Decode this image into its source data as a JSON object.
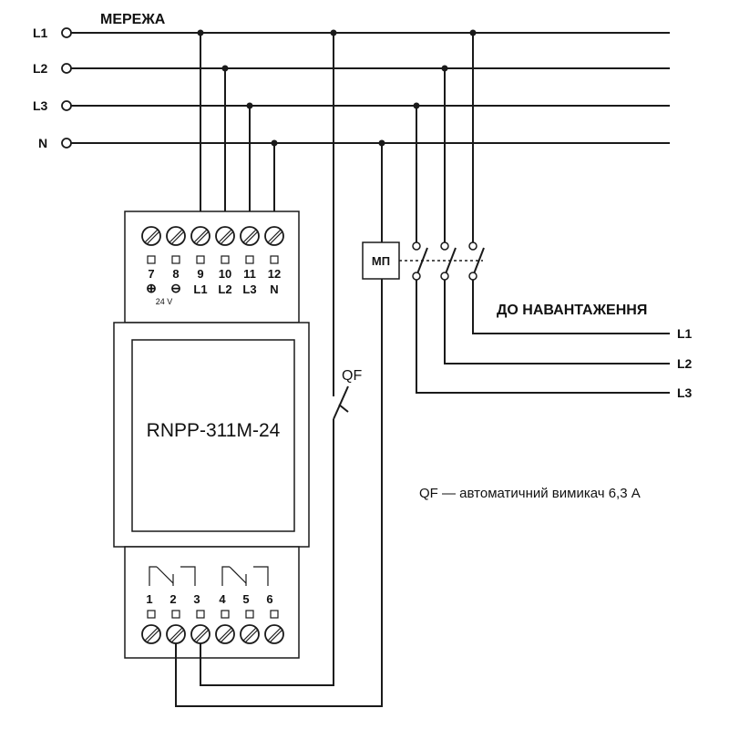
{
  "network": {
    "title": "МЕРЕЖА",
    "lines": [
      "L1",
      "L2",
      "L3",
      "N"
    ]
  },
  "device": {
    "model": "RNPP-311M-24",
    "top_terminals": [
      {
        "num": "7",
        "sub": "⊕"
      },
      {
        "num": "8",
        "sub": "⊖"
      },
      {
        "num": "9",
        "sub": "L1"
      },
      {
        "num": "10",
        "sub": "L2"
      },
      {
        "num": "11",
        "sub": "L3"
      },
      {
        "num": "12",
        "sub": "N"
      }
    ],
    "supply_label": "24 V",
    "bottom_terminals": [
      "1",
      "2",
      "3",
      "4",
      "5",
      "6"
    ]
  },
  "contactor": {
    "label": "МП"
  },
  "breaker": {
    "label": "QF"
  },
  "load": {
    "title": "ДО НАВАНТАЖЕННЯ",
    "lines": [
      "L1",
      "L2",
      "L3"
    ]
  },
  "legend": {
    "text": "QF — автоматичний вимикач 6,3 А"
  }
}
